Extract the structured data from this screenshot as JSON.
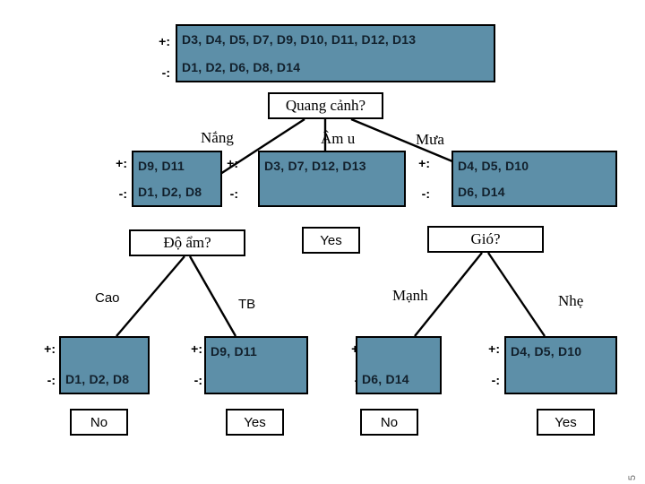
{
  "diagram": {
    "type": "decision-tree",
    "title_text": "Quang cảnh?",
    "colors": {
      "node_fill": "#5d8fa8",
      "node_border": "#000000",
      "box_fill": "#ffffff",
      "edge": "#000000",
      "text": "#000000"
    },
    "signs": {
      "positive": "+:",
      "negative": "-:"
    }
  },
  "root": {
    "positive": "D3, D4, D5, D7, D9, D10, D11, D12, D13",
    "negative": "D1, D2, D6, D8, D14"
  },
  "decisions": {
    "outlook": "Quang cảnh?",
    "humidity": "Độ ẩm?",
    "wind": "Gió?"
  },
  "branch_labels": {
    "sunny": "Nắng",
    "overcast": "Âm u",
    "rain": "Mưa",
    "high": "Cao",
    "normal": "TB",
    "strong": "Mạnh",
    "weak": "Nhẹ"
  },
  "level2": {
    "sunny": {
      "positive": "D9, D11",
      "negative": "D1, D2, D8"
    },
    "overcast": {
      "positive": "D3, D7, D12, D13",
      "negative": ""
    },
    "rain": {
      "positive": "D4, D5, D10",
      "negative": "D6, D14"
    }
  },
  "leaves": {
    "overcast_answer": "Yes",
    "humidity_high": {
      "positive": "",
      "negative": "D1, D2, D8",
      "answer": "No"
    },
    "humidity_normal": {
      "positive": "D9, D11",
      "negative": "",
      "answer": "Yes"
    },
    "wind_strong": {
      "positive": "",
      "negative": "D6, D14",
      "answer": "No"
    },
    "wind_weak": {
      "positive": "D4, D5, D10",
      "negative": "",
      "answer": "Yes"
    }
  },
  "footer": {
    "page_number": "5"
  }
}
